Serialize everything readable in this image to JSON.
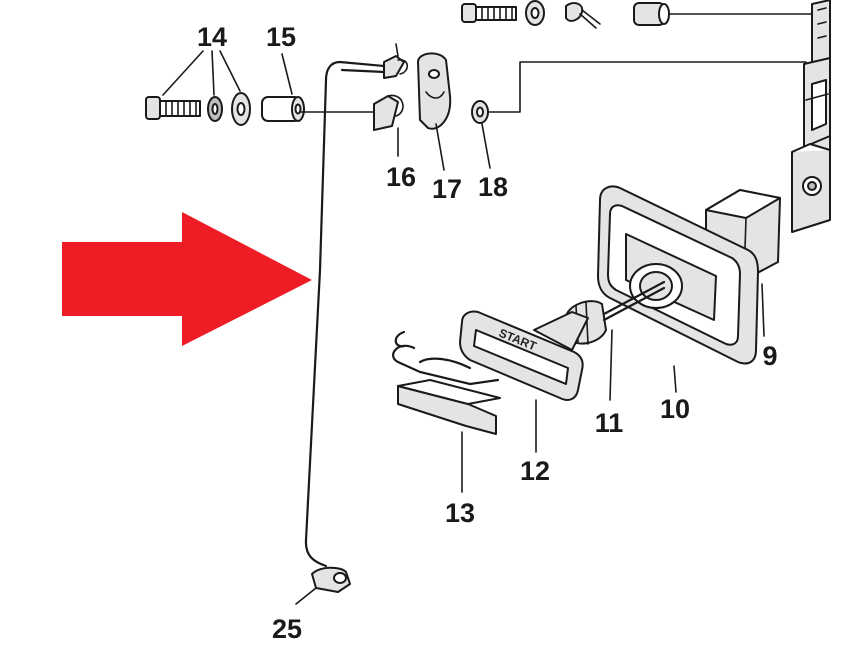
{
  "diagram": {
    "callouts": [
      "14",
      "15",
      "16",
      "17",
      "18",
      "9",
      "10",
      "11",
      "12",
      "13",
      "25"
    ],
    "handle_embossing": "START",
    "arrow_color": "#ee1c25",
    "line_color": "#1a1a1a",
    "background": "#ffffff"
  }
}
